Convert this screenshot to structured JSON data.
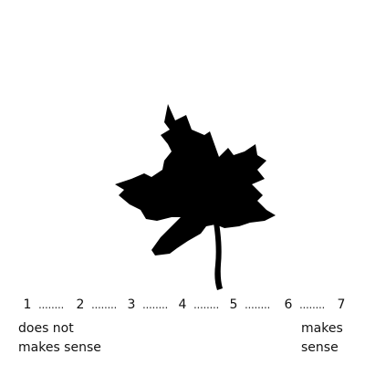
{
  "stimulus": {
    "icon": "maple-leaf-silhouette",
    "fill_color": "#000000"
  },
  "rating_scale": {
    "points": [
      "1",
      "2",
      "3",
      "4",
      "5",
      "6",
      "7"
    ],
    "separator": "........",
    "left_anchor": [
      "does not",
      "makes sense"
    ],
    "right_anchor": [
      "makes",
      "sense"
    ]
  }
}
